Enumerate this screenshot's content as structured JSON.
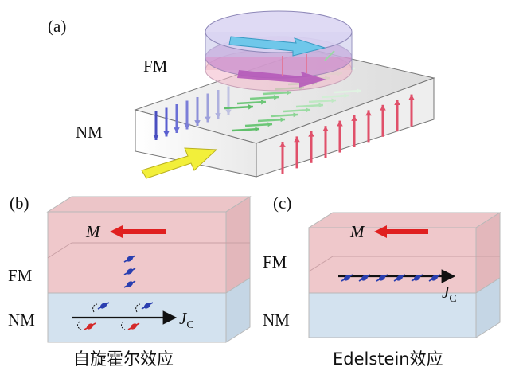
{
  "panel_a": {
    "label": "(a)",
    "fm": "FM",
    "nm": "NM"
  },
  "panel_b": {
    "label": "(b)",
    "m": "M",
    "fm": "FM",
    "nm": "NM",
    "j": "J",
    "j_sub": "C",
    "caption": "自旋霍尔效应"
  },
  "panel_c": {
    "label": "(c)",
    "m": "M",
    "fm": "FM",
    "nm": "NM",
    "j": "J",
    "j_sub": "C",
    "caption": "Edelstein效应"
  },
  "colors": {
    "fm_layer": "#f1c9cc",
    "nm_layer": "#cfe0ee",
    "magnetization_arrow": "#e02020",
    "spin_blue": "#2a3fb0",
    "spin_red": "#d42a2a",
    "current_arrow": "#f2ef3a",
    "disk_blue": "#9fd2ec",
    "disk_pink": "#e6a8cc",
    "up_arrows": "#e0506a",
    "down_arrows": "#5860c8",
    "side_arrows": "#7fd089"
  }
}
